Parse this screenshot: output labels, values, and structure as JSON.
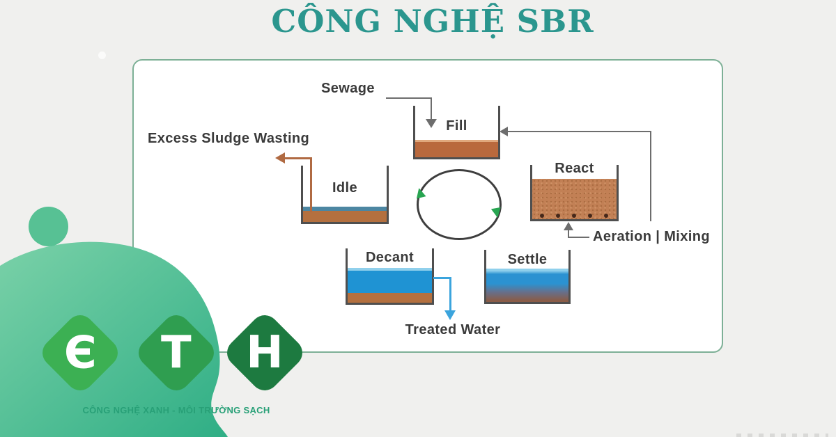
{
  "title": "CÔNG NGHỆ SBR",
  "title_color": "#2b968e",
  "background": "#f0f0ee",
  "diagram": {
    "labels": {
      "sewage": "Sewage",
      "fill": "Fill",
      "react": "React",
      "aeration": "Aeration | Mixing",
      "settle": "Settle",
      "decant": "Decant",
      "treated_water": "Treated Water",
      "idle": "Idle",
      "excess_sludge": "Excess Sludge Wasting"
    },
    "cycle_order": [
      "Fill",
      "React",
      "Settle",
      "Decant",
      "Idle"
    ],
    "cycle_direction": "clockwise",
    "colors": {
      "panel_border": "#7db096",
      "tank_wall": "#4f4f4f",
      "connector_gray": "#6d6d6d",
      "raw_sewage_brown": "#b9693d",
      "react_mixed_liquor": "#c28055",
      "clear_water_blue": "#1f93d3",
      "settled_sludge_brown": "#b4703f",
      "treated_water_pipe": "#3ba4dd",
      "sludge_waste_pipe": "#b06a42",
      "cycle_arrow_green": "#28a551"
    }
  },
  "logo": {
    "letters": [
      {
        "char": "E",
        "display": "Є",
        "color": "#3cb053"
      },
      {
        "char": "T",
        "display": "T",
        "color": "#2f9e50"
      },
      {
        "char": "H",
        "display": "H",
        "color": "#1d7a40"
      }
    ],
    "slogan": "CÔNG NGHỆ XANH - MÔI TRƯỜNG SẠCH",
    "slogan_color": "#28a077",
    "blob_gradient": [
      "#7ad1a8",
      "#2fae85"
    ],
    "accent_circle_color": "#57c194"
  }
}
